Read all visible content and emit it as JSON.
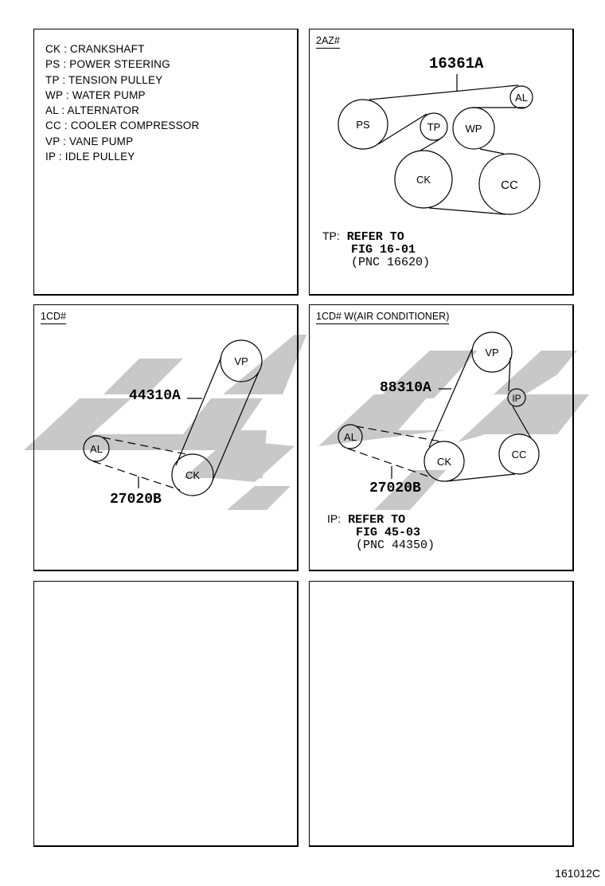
{
  "legend": {
    "items": [
      "CK : CRANKSHAFT",
      "PS : POWER STEERING",
      "TP : TENSION PULLEY",
      "WP : WATER PUMP",
      "AL : ALTERNATOR",
      "CC : COOLER COMPRESSOR",
      "VP : VANE PUMP",
      "IP : IDLE PULLEY"
    ]
  },
  "panel_2az": {
    "title": "2AZ#",
    "belt_code": "16361A",
    "pulleys": {
      "ps": "PS",
      "tp": "TP",
      "wp": "WP",
      "al": "AL",
      "ck": "CK",
      "cc": "CC"
    },
    "note": {
      "prefix": "TP:",
      "line1": "REFER TO",
      "line2": "FIG 16-01",
      "line3": "(PNC 16620)"
    }
  },
  "panel_1cd": {
    "title": "1CD#",
    "belt_code_a": "44310A",
    "belt_code_b": "27020B",
    "pulleys": {
      "vp": "VP",
      "al": "AL",
      "ck": "CK"
    }
  },
  "panel_1cd_ac": {
    "title": "1CD# W(AIR CONDITIONER)",
    "belt_code_a": "88310A",
    "belt_code_b": "27020B",
    "pulleys": {
      "vp": "VP",
      "ip": "IP",
      "al": "AL",
      "ck": "CK",
      "cc": "CC"
    },
    "note": {
      "prefix": "IP:",
      "line1": "REFER TO",
      "line2": "FIG 45-03",
      "line3": "(PNC 44350)"
    }
  },
  "figure_number": "161012C",
  "colors": {
    "line": "#000000",
    "watermark": "#c8c8c8",
    "background": "#ffffff"
  }
}
